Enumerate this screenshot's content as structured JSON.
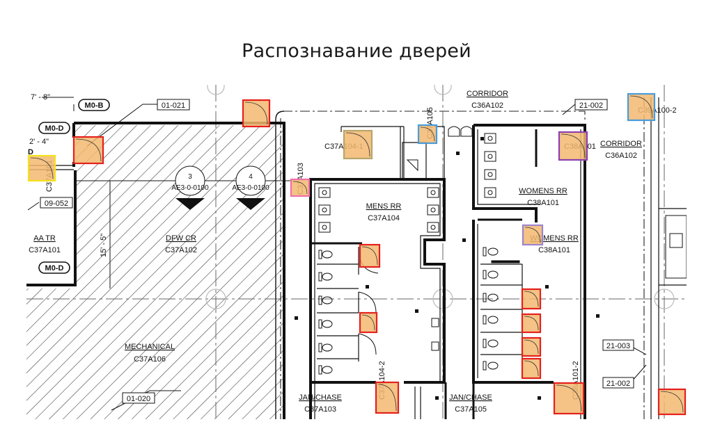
{
  "page_title": "Распознавание дверей",
  "colors": {
    "door_fill": "#F2B870",
    "door_red": "#E4211C",
    "door_yellow": "#F4E21A",
    "door_blue": "#4A9BD9",
    "door_purple": "#8E3FB0",
    "door_pink": "#EE6FA7",
    "door_olive": "#B8A56A",
    "door_lavender": "#9C84CC"
  },
  "rooms": [
    {
      "name": "CORRIDOR",
      "number": "C36A102"
    },
    {
      "name": "CORRIDOR",
      "number": "C36A102"
    },
    {
      "name": "AA TR",
      "number": "C37A101"
    },
    {
      "name": "DFW CR",
      "number": "C37A102"
    },
    {
      "name": "MECHANICAL",
      "number": "C37A106"
    },
    {
      "name": "MENS RR",
      "number": "C37A104"
    },
    {
      "name": "WOMENS RR",
      "number": "C38A101"
    },
    {
      "name": "WOMENS RR",
      "number": "C38A101"
    },
    {
      "name": "JAN/CHASE",
      "number": "C37A103"
    },
    {
      "name": "JAN/CHASE",
      "number": "C37A105"
    }
  ],
  "tags": [
    "M0-B",
    "M0-D",
    "M0-D",
    "01-021",
    "09-052",
    "21-002",
    "21-003",
    "21-002",
    "01-020"
  ],
  "dims": [
    "7' - 8\"",
    "2' - 4\"",
    "15' - 5\""
  ],
  "sections": [
    {
      "num": "3",
      "ref": "AE3-0-0100"
    },
    {
      "num": "4",
      "ref": "AE3-0-0100"
    }
  ],
  "door_labels": [
    "C37A101",
    "C37A103",
    "C37A104-1",
    "C37A105",
    "C38A101",
    "C39A100-2",
    "C37A104-2",
    "C38A101-2",
    "D"
  ],
  "doors": [
    {
      "color": "yellow",
      "label": "C37A101"
    },
    {
      "color": "red",
      "label": ""
    },
    {
      "color": "red",
      "label": ""
    },
    {
      "color": "pink",
      "label": "C37A103"
    },
    {
      "color": "olive",
      "label": "C37A104-1"
    },
    {
      "color": "blue",
      "label": "C37A105"
    },
    {
      "color": "purple",
      "label": "C38A101"
    },
    {
      "color": "blue",
      "label": "C39A100-2"
    },
    {
      "color": "lavender",
      "label": ""
    },
    {
      "color": "red",
      "label": ""
    },
    {
      "color": "red",
      "label": ""
    },
    {
      "color": "red",
      "label": "C37A104-2"
    },
    {
      "color": "red",
      "label": ""
    },
    {
      "color": "red",
      "label": ""
    },
    {
      "color": "red",
      "label": ""
    },
    {
      "color": "red",
      "label": ""
    },
    {
      "color": "red",
      "label": "C38A101-2"
    },
    {
      "color": "red",
      "label": ""
    }
  ]
}
